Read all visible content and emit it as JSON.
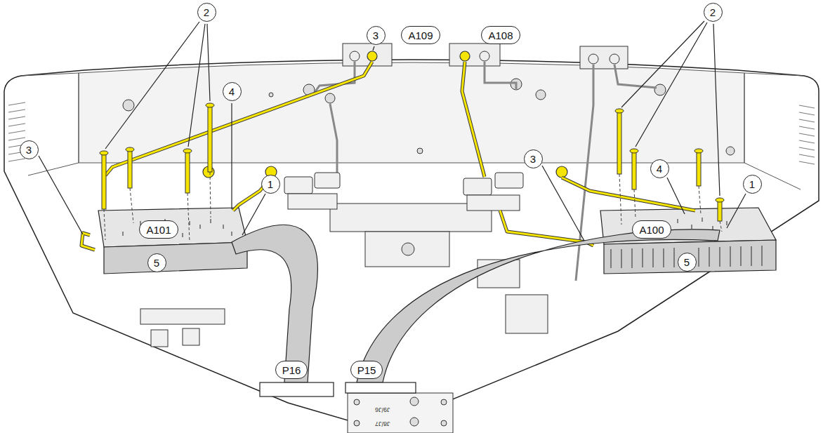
{
  "diagram": {
    "labels": [
      "2",
      "2",
      "3",
      "A109",
      "A108",
      "4",
      "3",
      "3",
      "4",
      "1",
      "1",
      "A101",
      "A100",
      "5",
      "5",
      "P16",
      "P15",
      "J9/J6",
      "J8/J7"
    ]
  }
}
